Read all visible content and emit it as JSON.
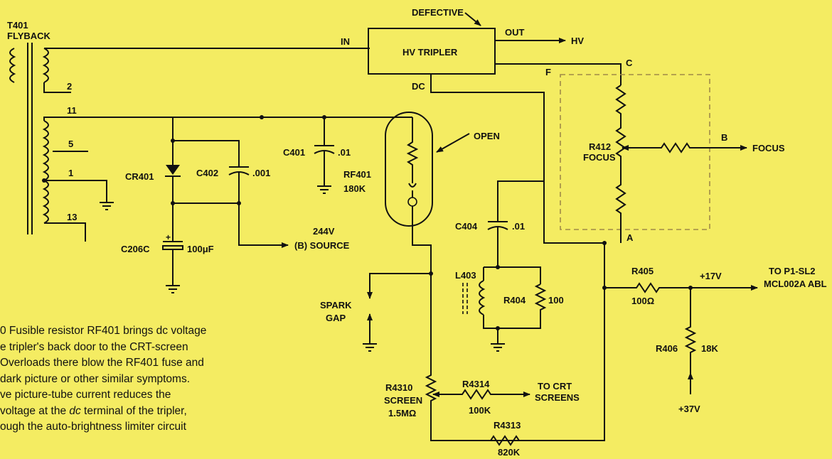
{
  "labels": {
    "t401": "T401",
    "flyback": "FLYBACK",
    "defective": "DEFECTIVE",
    "in": "IN",
    "out": "OUT",
    "hv_tripler": "HV TRIPLER",
    "hv": "HV",
    "dc": "DC",
    "c": "C",
    "f": "F",
    "pin2": "2",
    "pin11": "11",
    "pin5": "5",
    "pin1": "1",
    "pin13": "13",
    "c401": "C401",
    "c401_val": ".01",
    "cr401": "CR401",
    "c402": "C402",
    "c402_val": ".001",
    "c206c": "C206C",
    "c206c_val": "100μF",
    "v244": "244V",
    "b_source": "(B) SOURCE",
    "open": "OPEN",
    "rf401": "RF401",
    "rf401_val": "180K",
    "r412": "R412",
    "focus_label": "FOCUS",
    "b": "B",
    "focus": "FOCUS",
    "c404": "C404",
    "c404_val": ".01",
    "a": "A",
    "l403": "L403",
    "r404": "R404",
    "r404_val": "100",
    "spark": "SPARK",
    "gap": "GAP",
    "r405": "R405",
    "r405_val": "100Ω",
    "plus17v": "+17V",
    "to_p1": "TO P1-SL2",
    "mcl": "MCL002A ABL",
    "r406": "R406",
    "r406_val": "18K",
    "plus37v": "+37V",
    "r4310": "R4310",
    "screen": "SCREEN",
    "r4310_val": "1.5MΩ",
    "r4314": "R4314",
    "r4314_val": "100K",
    "to_crt": "TO CRT",
    "screens": "SCREENS",
    "r4313": "R4313",
    "r4313_val": "820K"
  },
  "caption": {
    "line1": "0 Fusible resistor RF401 brings dc voltage",
    "line2": "e tripler's back door to the CRT-screen",
    "line3": "Overloads there blow the RF401 fuse and",
    "line4": "dark picture or other similar symptoms.",
    "line5": "ve picture-tube current reduces the",
    "line6a": "voltage at the ",
    "line6b": "dc",
    "line6c": " terminal of the tripler,",
    "line7": "ough the auto-brightness limiter circuit"
  }
}
